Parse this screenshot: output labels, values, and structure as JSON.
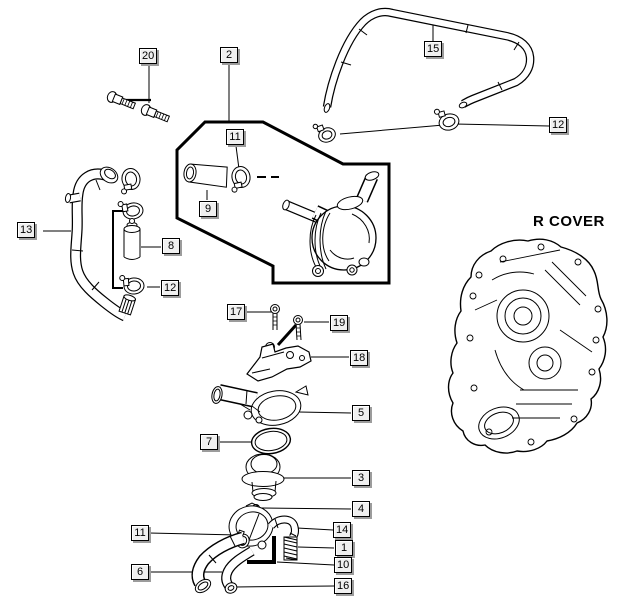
{
  "diagram": {
    "title_label": "R COVER",
    "callouts": [
      {
        "text": "20"
      },
      {
        "text": "2"
      },
      {
        "text": "15"
      },
      {
        "text": "12"
      },
      {
        "text": "11"
      },
      {
        "text": "9"
      },
      {
        "text": "13"
      },
      {
        "text": "8"
      },
      {
        "text": "12"
      },
      {
        "text": "17"
      },
      {
        "text": "19"
      },
      {
        "text": "18"
      },
      {
        "text": "5"
      },
      {
        "text": "7"
      },
      {
        "text": "3"
      },
      {
        "text": "4"
      },
      {
        "text": "11"
      },
      {
        "text": "14"
      },
      {
        "text": "1"
      },
      {
        "text": "10"
      },
      {
        "text": "6"
      },
      {
        "text": "16"
      }
    ],
    "colors": {
      "line": "#000000",
      "background": "#ffffff",
      "callout_bg": "#f0f0f0",
      "callout_shadow": "#9c9c9c"
    }
  }
}
